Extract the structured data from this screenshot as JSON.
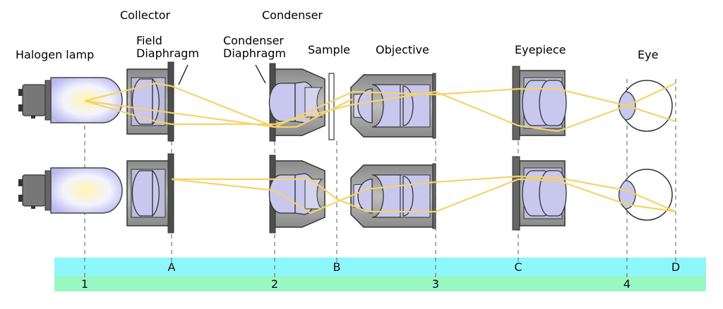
{
  "labels": {
    "halogen_lamp": "Halogen lamp",
    "collector": "Collector",
    "field_diaphragm_line1": "Field",
    "field_diaphragm_line2": "Diaphragm",
    "condenser": "Condenser",
    "condenser_diaphragm_line1": "Condenser",
    "condenser_diaphragm_line2": "Diaphragm",
    "sample": "Sample",
    "objective": "Objective",
    "eyepiece": "Eyepiece",
    "eye": "Eye"
  },
  "planes_numbered": [
    "1",
    "2",
    "3",
    "4"
  ],
  "planes_lettered": [
    "A",
    "B",
    "C",
    "D"
  ],
  "colors": {
    "band_top": "#8ef7fb",
    "band_bottom": "#98f8c4",
    "light_ray": "#f6d268",
    "lens_glass": "#c8c8ee",
    "housing": "#9c9c9c"
  }
}
